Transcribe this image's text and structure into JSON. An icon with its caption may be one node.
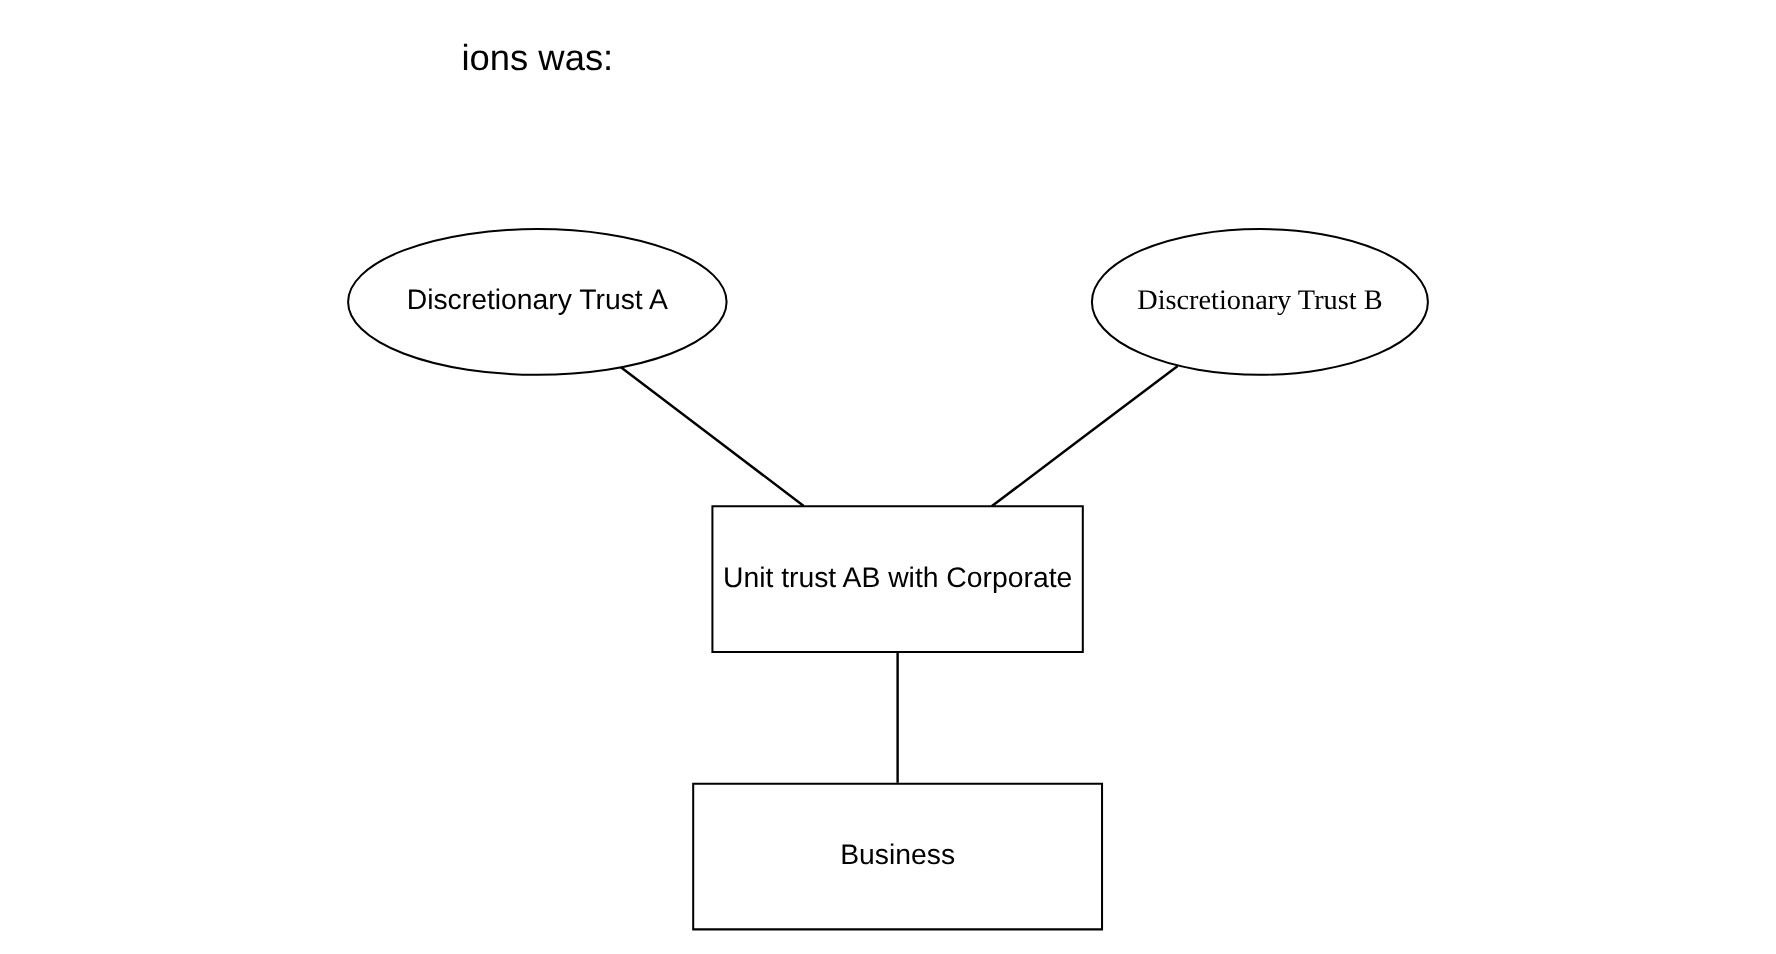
{
  "diagram": {
    "nodes": [
      {
        "text": [
          "Discretionary Trust A"
        ]
      },
      {
        "text": [
          "Discretionary Trust B"
        ]
      },
      {
        "text": [
          "Unit trust AB with Corporate"
        ]
      },
      {
        "text": [
          "Business"
        ]
      }
    ],
    "edges": [
      {
        "from": 0,
        "to": 2,
        "arrow": "none"
      },
      {
        "from": 1,
        "to": 2,
        "arrow": "none"
      },
      {
        "from": 2,
        "to": 3,
        "arrow": "none"
      }
    ],
    "labels": [
      "ions was:"
    ]
  }
}
